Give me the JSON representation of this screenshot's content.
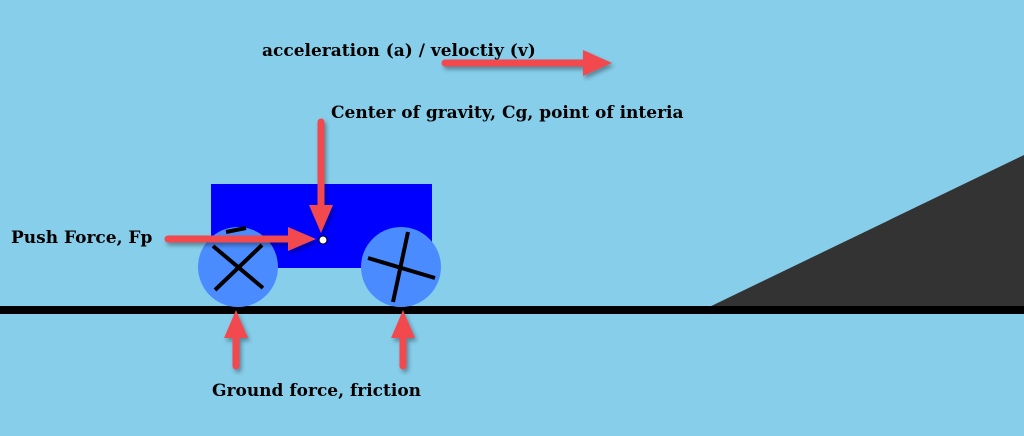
{
  "labels": {
    "motion": "acceleration (a) / veloctiy (v)",
    "center_of_gravity": "Center of gravity, Cg, point of interia",
    "push_force": "Push Force, Fp",
    "ground_force": "Ground force, friction"
  },
  "colors": {
    "sky": "#87ceea",
    "ground": "#000000",
    "ramp": "#333333",
    "cart_body": "#0000ff",
    "wheel": "#4a8cff",
    "arrow": "#f24a50",
    "cg_dot": "#ffffff"
  }
}
